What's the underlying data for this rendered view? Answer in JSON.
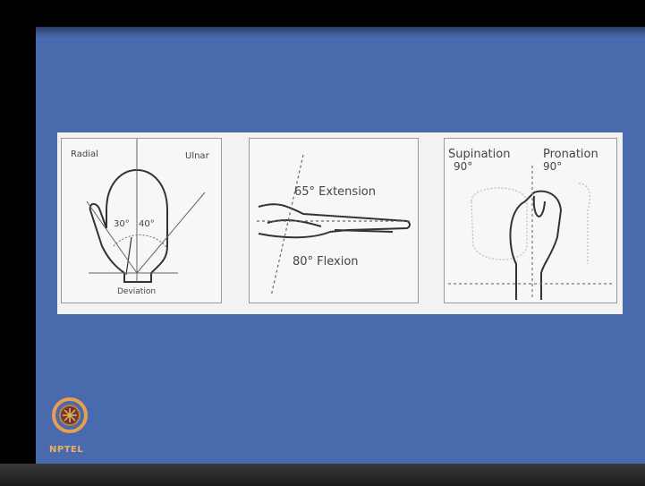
{
  "panel_wrist_deviation": {
    "label_left": "Radial",
    "label_right": "Ulnar",
    "angle_left": "30°",
    "angle_right": "40°",
    "caption": "Deviation"
  },
  "panel_wrist_flexion": {
    "extension_label": "65° Extension",
    "flexion_label": "80° Flexion"
  },
  "panel_forearm_rotation": {
    "supination_label": "Supination",
    "supination_angle": "90°",
    "pronation_label": "Pronation",
    "pronation_angle": "90°"
  },
  "logo": {
    "text": "NPTEL",
    "icon": "nptel-logo-icon"
  },
  "colors": {
    "slide_background": "#4a6aae",
    "figure_background": "#f7f7f7",
    "line_art": "#333333",
    "logo_accent": "#e8b060"
  }
}
